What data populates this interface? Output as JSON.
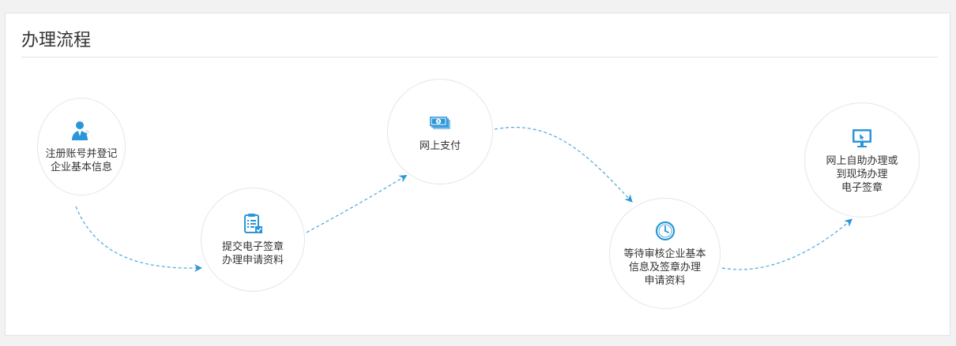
{
  "section": {
    "title": "办理流程"
  },
  "colors": {
    "accent": "#2a96d9",
    "connector": "#4aa8e0",
    "text": "#333333"
  },
  "steps": [
    {
      "label": "注册账号并登记\n企业基本信息",
      "icon": "user-register-icon"
    },
    {
      "label": "提交电子签章\n办理申请资料",
      "icon": "checklist-icon"
    },
    {
      "label": "网上支付",
      "icon": "cash-icon"
    },
    {
      "label": "等待审核企业基本\n信息及签章办理\n申请资料",
      "icon": "clock-icon"
    },
    {
      "label": "网上自助办理或\n到现场办理\n电子签章",
      "icon": "monitor-icon"
    }
  ]
}
